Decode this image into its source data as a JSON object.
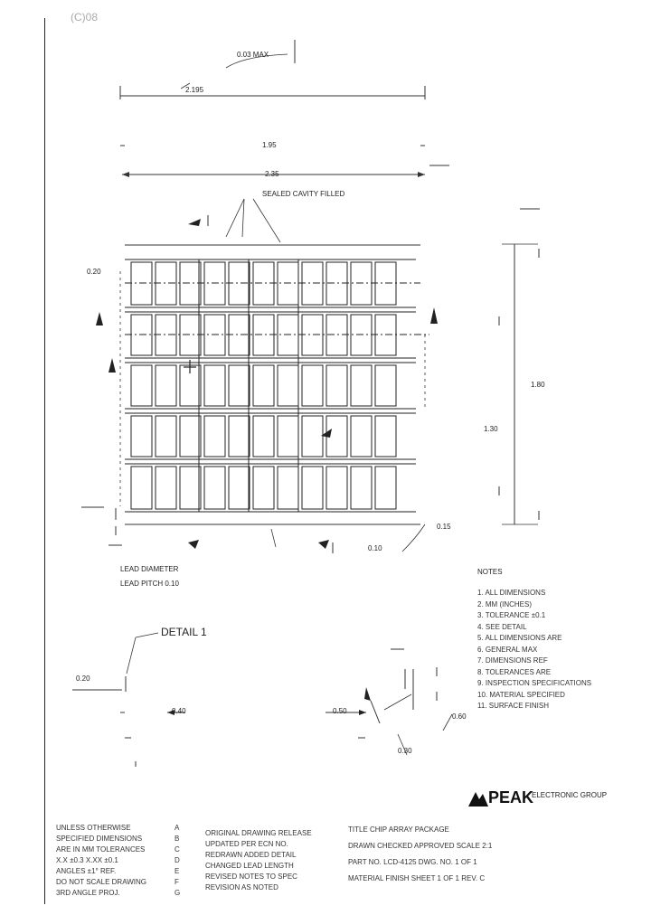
{
  "drawing": {
    "revision_mark": "(C)08",
    "dim_top_right": "0.03 MAX",
    "dim_top_width": "2.195",
    "dim_overall_a": "1.95",
    "dim_overall_b": "2.35",
    "seam_note": "SEALED CAVITY FILLED",
    "dim_height": "1.80",
    "dim_height_b": "1.30",
    "dim_bottom_a": "0.15",
    "dim_bottom_b": "0.10",
    "dim_left_a": "0.20",
    "lead_note_1": "LEAD DIAMETER",
    "lead_note_2": "LEAD PITCH 0.10",
    "detail_label": "DETAIL 1",
    "notes_title": "NOTES",
    "notes": [
      "1. ALL DIMENSIONS",
      "2. MM (INCHES)",
      "3. TOLERANCE ±0.1",
      "4. SEE DETAIL",
      "5. ALL DIMENSIONS ARE",
      "6. GENERAL MAX",
      "7. DIMENSIONS REF",
      "8. TOLERANCES ARE",
      "9. INSPECTION SPECIFICATIONS",
      "10. MATERIAL SPECIFIED",
      "11. SURFACE FINISH"
    ],
    "detail_dims": [
      "0.20",
      "0.40",
      "0.50",
      "0.30",
      "0.60"
    ]
  },
  "title_block": {
    "brand": "PEAK",
    "brand_sub": "ELECTRONIC GROUP",
    "left_col": [
      "UNLESS OTHERWISE",
      "SPECIFIED DIMENSIONS",
      "ARE IN MM TOLERANCES",
      "X.X ±0.3 X.XX ±0.1",
      "ANGLES ±1° REF.",
      "DO NOT SCALE DRAWING",
      "3RD ANGLE  PROJ."
    ],
    "rev_col": [
      "A",
      "B",
      "C",
      "D",
      "E",
      "F",
      "G"
    ],
    "desc_col": [
      "ORIGINAL DRAWING RELEASE",
      "UPDATED PER ECN NO.",
      "REDRAWN ADDED DETAIL",
      "CHANGED LEAD LENGTH",
      "REVISED NOTES TO SPEC",
      "REVISION AS NOTED"
    ],
    "right_rows": [
      "TITLE  CHIP ARRAY  PACKAGE",
      "DRAWN  CHECKED  APPROVED       SCALE 2:1",
      "PART NO.  LCD-4125     DWG. NO.   1 OF 1",
      "MATERIAL  FINISH  SHEET 1 OF 1   REV. C"
    ]
  }
}
